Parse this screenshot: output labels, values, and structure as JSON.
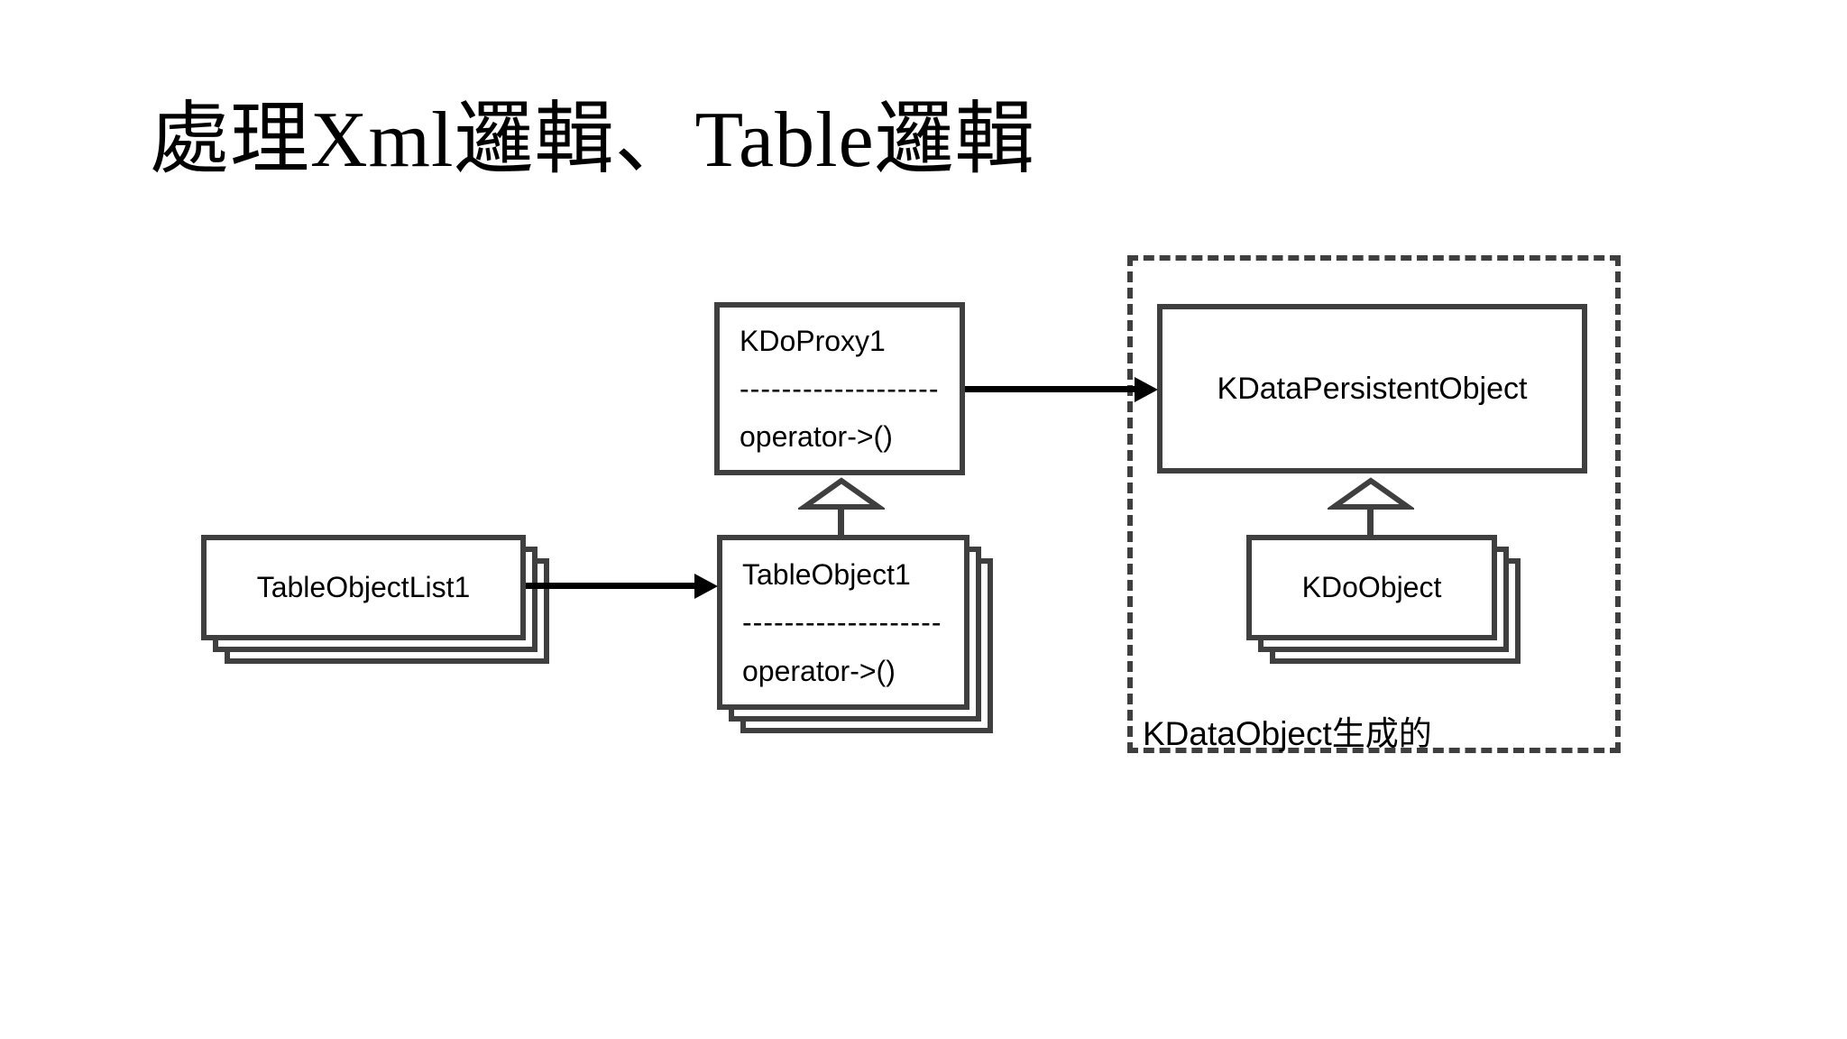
{
  "slide": {
    "title": "處理Xml邏輯、Table邏輯"
  },
  "colors": {
    "background": "#ffffff",
    "box_border": "#3f3f3f",
    "dashed_container_border": "#3f3f3f",
    "arrow": "#000000",
    "text": "#000000"
  },
  "diagram": {
    "nodes": {
      "table_object_list": {
        "label": "TableObjectList1",
        "stacked": true
      },
      "table_object": {
        "label": "TableObject1",
        "separator": "-------------------",
        "method": "operator->()",
        "stacked": true
      },
      "kdo_proxy": {
        "label": "KDoProxy1",
        "separator": "-------------------",
        "method": "operator->()",
        "stacked": false
      },
      "kdata_persistent_object": {
        "label": "KDataPersistentObject",
        "stacked": false
      },
      "kdo_object": {
        "label": "KDoObject",
        "stacked": true
      }
    },
    "container": {
      "caption": "KDataObject生成的"
    },
    "edges": [
      {
        "from": "TableObjectList1",
        "to": "TableObject1",
        "type": "association-arrow"
      },
      {
        "from": "KDoProxy1",
        "to": "KDataPersistentObject",
        "type": "association-arrow"
      },
      {
        "from": "TableObject1",
        "to": "KDoProxy1",
        "type": "inheritance"
      },
      {
        "from": "KDoObject",
        "to": "KDataPersistentObject",
        "type": "inheritance"
      }
    ]
  }
}
